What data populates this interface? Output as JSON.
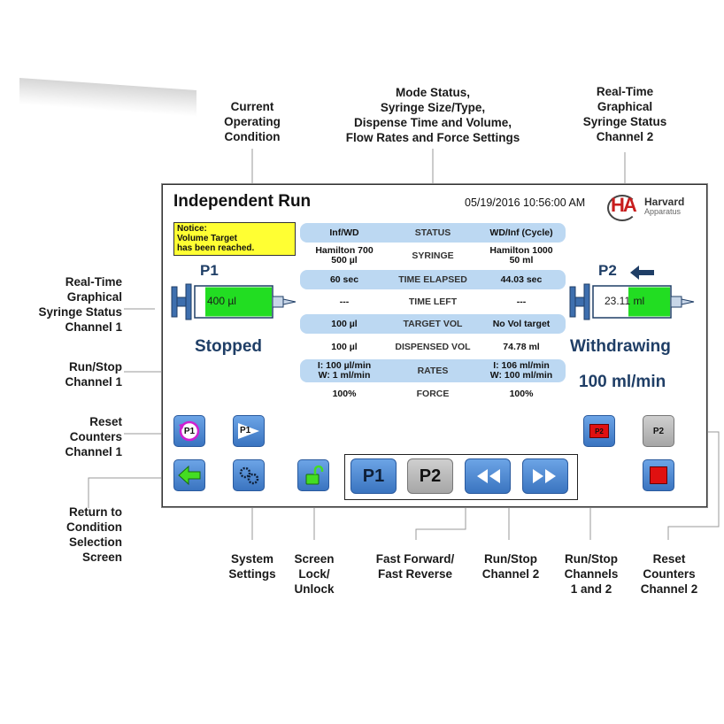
{
  "callouts": {
    "current_condition": "Current\nOperating\nCondition",
    "mode_status": "Mode Status,\nSyringe Size/Type,\nDispense Time and Volume,\nFlow Rates and Force Settings",
    "realtime_ch2": "Real-Time\nGraphical\nSyringe Status\nChannel 2",
    "realtime_ch1": "Real-Time\nGraphical\nSyringe Status\nChannel 1",
    "runstop_ch1": "Run/Stop\nChannel 1",
    "reset_ch1": "Reset\nCounters\nChannel 1",
    "return_condition": "Return to\nCondition\nSelection\nScreen",
    "system_settings": "System\nSettings",
    "screen_lock": "Screen\nLock/\nUnlock",
    "fast_fwd": "Fast Forward/\nFast Reverse",
    "runstop_ch2": "Run/Stop\nChannel 2",
    "runstop_both": "Run/Stop\nChannels\n1 and 2",
    "reset_ch2": "Reset\nCounters\nChannel 2"
  },
  "screen": {
    "title": "Independent Run",
    "datetime": "05/19/2016 10:56:00 AM",
    "logo": {
      "mark": "HA",
      "name": "Harvard",
      "sub": "Apparatus"
    },
    "notice": "Notice:\nVolume Target\nhas been reached.",
    "p1": {
      "label": "P1",
      "syringe_volume": "400 µl",
      "status": "Stopped"
    },
    "p2": {
      "label": "P2",
      "syringe_volume": "23.11 ml",
      "status": "Withdrawing",
      "rate": "100 ml/min"
    },
    "table": [
      {
        "left": "Inf/WD",
        "mid": "STATUS",
        "right": "WD/Inf (Cycle)"
      },
      {
        "left": "Hamilton 700\n500 µl",
        "mid": "SYRINGE",
        "right": "Hamilton 1000\n50 ml"
      },
      {
        "left": "60 sec",
        "mid": "TIME ELAPSED",
        "right": "44.03 sec"
      },
      {
        "left": "---",
        "mid": "TIME LEFT",
        "right": "---"
      },
      {
        "left": "100 µl",
        "mid": "TARGET VOL",
        "right": "No Vol target"
      },
      {
        "left": "100 µl",
        "mid": "DISPENSED VOL",
        "right": "74.78 ml"
      },
      {
        "left": "I: 100 µl/min\nW: 1 ml/min",
        "mid": "RATES",
        "right": "I: 106 ml/min\nW: 100 ml/min"
      },
      {
        "left": "100%",
        "mid": "FORCE",
        "right": "100%"
      }
    ],
    "buttons": {
      "reset_p1": "P1",
      "run_p1": "P1",
      "run_p2": "P2",
      "reset_p2": "P2",
      "transport_p1": "P1",
      "transport_p2": "P2"
    },
    "colors": {
      "band": "#bcd8f2",
      "notice": "#ffff33",
      "syringe_fill": "#22dd22",
      "stop_red": "#e01010"
    }
  }
}
